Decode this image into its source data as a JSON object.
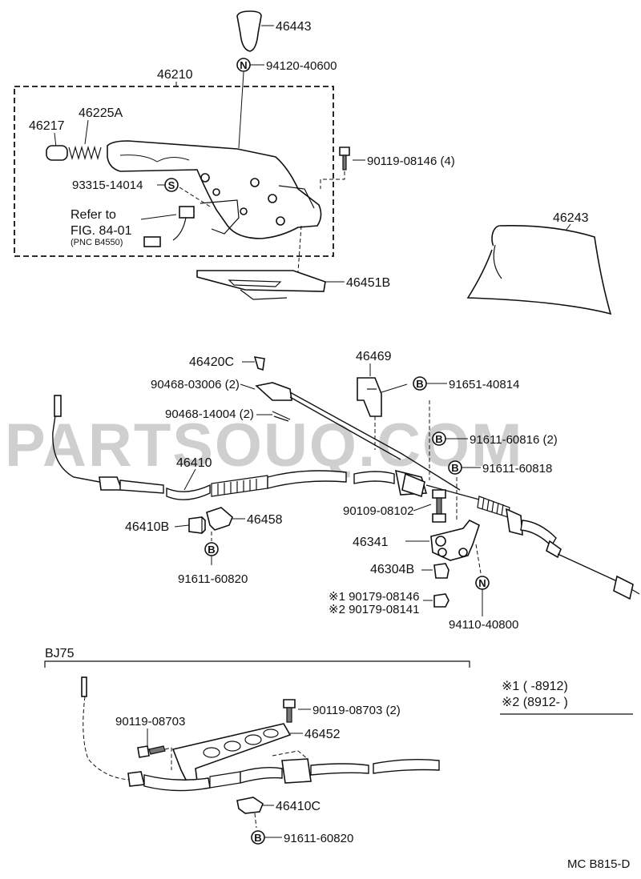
{
  "labels": {
    "p46443": "46443",
    "p94120": "94120-40600",
    "p46210": "46210",
    "p46225A": "46225A",
    "p46217": "46217",
    "p90119_08146": "90119-08146 (4)",
    "p93315": "93315-14014",
    "refer_line1": "Refer to",
    "refer_line2": "FIG. 84-01",
    "refer_line3": "(PNC B4550)",
    "p46243": "46243",
    "p46451B": "46451B",
    "p46420C": "46420C",
    "p46469": "46469",
    "p90468_03006": "90468-03006 (2)",
    "p91651": "91651-40814",
    "p90468_14004": "90468-14004 (2)",
    "p91611_60816": "91611-60816 (2)",
    "p46410": "46410",
    "p91611_60818": "91611-60818",
    "p90109": "90109-08102",
    "p46410B": "46410B",
    "p46458": "46458",
    "p46341": "46341",
    "p46304B": "46304B",
    "p91611_60820a": "91611-60820",
    "p90179_08146": "※1 90179-08146",
    "p90179_08141": "※2 90179-08141",
    "p94110": "94110-40800",
    "section_bj75": "BJ75",
    "p90119_08703": "90119-08703",
    "p90119_08703_2": "90119-08703 (2)",
    "p46452": "46452",
    "p46410C": "46410C",
    "p91611_60820b": "91611-60820",
    "note1": "※1 (      -8912)",
    "note2": "※2 (8912-      )",
    "diagram_code": "MC  B815-D",
    "watermark": "PARTSOUQ.COM"
  },
  "symbols": {
    "n": "N",
    "s": "S",
    "b": "B"
  }
}
